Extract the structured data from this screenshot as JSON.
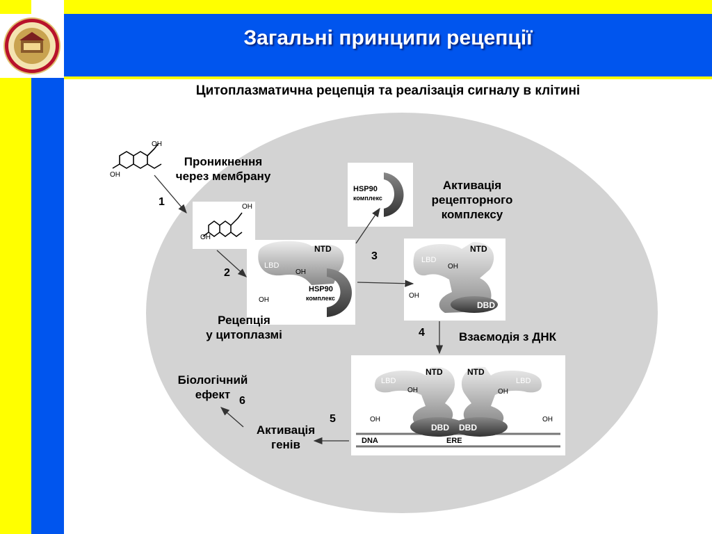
{
  "header": {
    "title": "Загальні принципи рецепції",
    "logo_icon": "university-seal-icon"
  },
  "subtitle": "Цитоплазматична рецепція та реалізація сигналу в клітині",
  "diagram": {
    "steps": {
      "s1": "Проникнення\nчерез мембрану",
      "s1_num": "1",
      "s2_num": "2",
      "s3": "Активація\nрецепторного\nкомплексу",
      "s3_num": "3",
      "reception": "Рецепція\nу цитоплазмі",
      "s4": "Взаємодія з ДНК",
      "s4_num": "4",
      "s5": "Активація\nгенів",
      "s5_num": "5",
      "s6": "Біологічний\nефект",
      "s6_num": "6"
    },
    "molecule_labels": {
      "oh": "OH",
      "ntd": "NTD",
      "lbd": "LBD",
      "dbd": "DBD",
      "hsp_line1": "HSP90",
      "hsp_line2": "комплекс",
      "dna": "DNA",
      "ere": "ERE"
    },
    "colors": {
      "cell": "#d3d3d3",
      "header_blue": "#0055ee",
      "stripe_yellow": "#ffff00"
    }
  }
}
